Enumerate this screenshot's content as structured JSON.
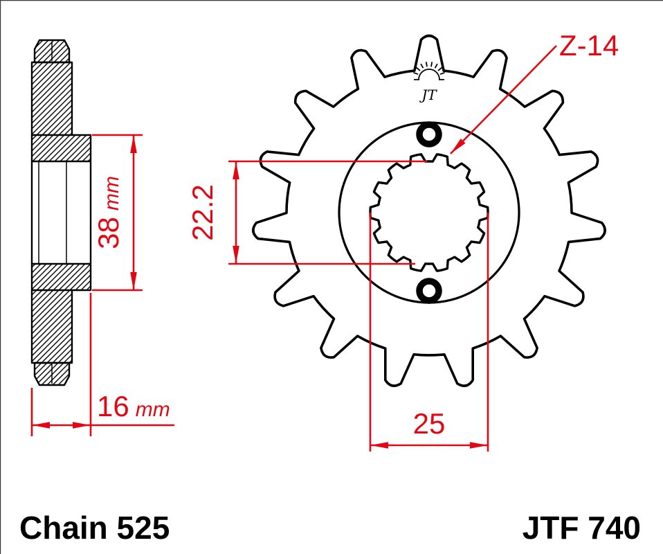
{
  "drawing": {
    "logo_text": "JT",
    "teeth_count_label": "Z-14",
    "dimensions": {
      "hub_diameter": {
        "value": "38",
        "unit": "mm"
      },
      "bore_across_flats": {
        "value": "22.2"
      },
      "overall_width": {
        "value": "16",
        "unit": "mm"
      },
      "bore_major_diameter": {
        "value": "25"
      }
    },
    "footer": {
      "chain_label": "Chain 525",
      "part_number": "JTF 740"
    },
    "colors": {
      "dimension_red": "#e30613",
      "line_black": "#000000",
      "background": "#ffffff"
    }
  }
}
